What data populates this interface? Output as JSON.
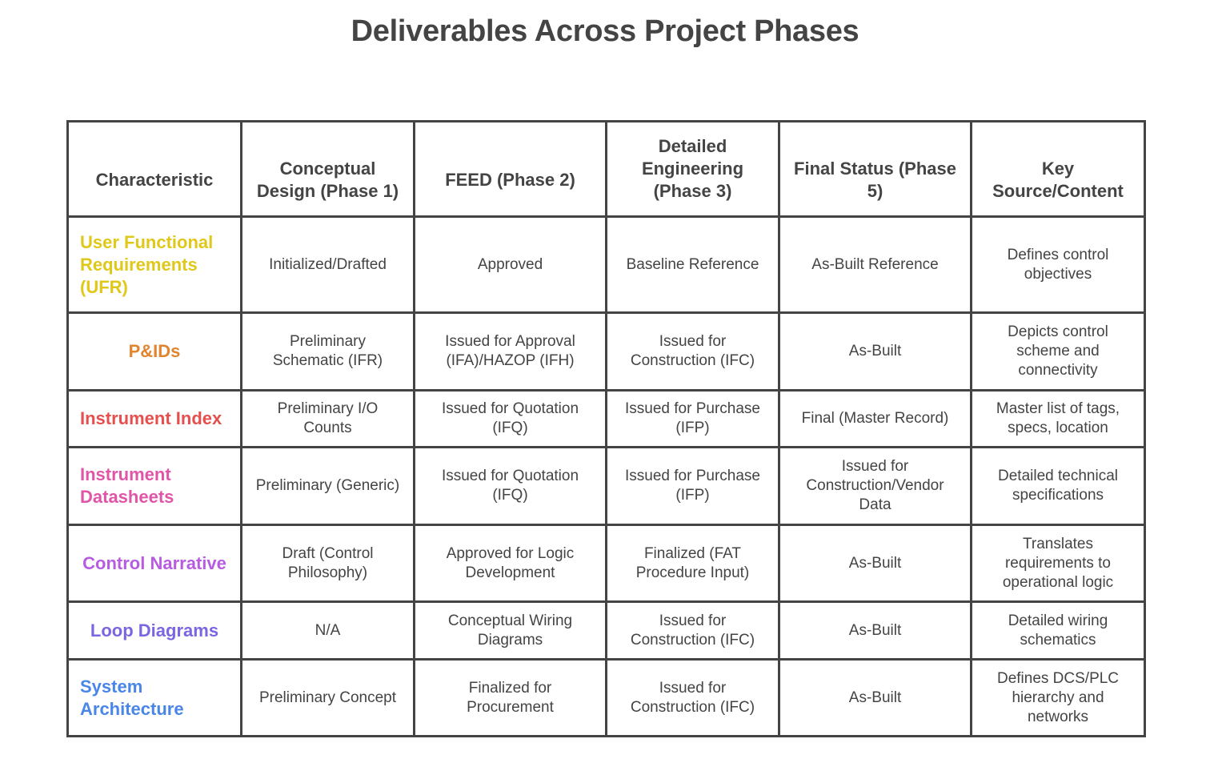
{
  "title": "Deliverables Across Project Phases",
  "headers": [
    "Characteristic",
    "Conceptual Design (Phase 1)",
    "FEED (Phase 2)",
    "Detailed Engineering (Phase 3)",
    "Final Status (Phase 5)",
    "Key Source/Content"
  ],
  "rows": [
    {
      "label": "User Functional Requirements (UFR)",
      "color": "#e0c81a",
      "cells": [
        "Initialized/Drafted",
        "Approved",
        "Baseline Reference",
        "As-Built Reference",
        "Defines control objectives"
      ]
    },
    {
      "label": "P&IDs",
      "color": "#e0852e",
      "cells": [
        "Preliminary Schematic (IFR)",
        "Issued for Approval (IFA)/HAZOP (IFH)",
        "Issued for Construction (IFC)",
        "As-Built",
        "Depicts control scheme and connectivity"
      ]
    },
    {
      "label": "Instrument Index",
      "color": "#e5504e",
      "cells": [
        "Preliminary I/O Counts",
        "Issued for Quotation (IFQ)",
        "Issued for Purchase (IFP)",
        "Final (Master Record)",
        "Master list of tags, specs, location"
      ]
    },
    {
      "label": "Instrument Datasheets",
      "color": "#e055a8",
      "cells": [
        "Preliminary (Generic)",
        "Issued for Quotation (IFQ)",
        "Issued for Purchase (IFP)",
        "Issued for Construction/Vendor Data",
        "Detailed technical specifications"
      ]
    },
    {
      "label": "Control Narrative",
      "color": "#b75ce0",
      "cells": [
        "Draft (Control Philosophy)",
        "Approved for Logic Development",
        "Finalized (FAT Procedure Input)",
        "As-Built",
        "Translates requirements to operational logic"
      ]
    },
    {
      "label": "Loop Diagrams",
      "color": "#7b65e0",
      "cells": [
        "N/A",
        "Conceptual Wiring Diagrams",
        "Issued for Construction (IFC)",
        "As-Built",
        "Detailed wiring schematics"
      ]
    },
    {
      "label": "System Architecture",
      "color": "#4a86e8",
      "cells": [
        "Preliminary Concept",
        "Finalized for Procurement",
        "Issued for Construction (IFC)",
        "As-Built",
        "Defines DCS/PLC hierarchy and networks"
      ]
    }
  ]
}
